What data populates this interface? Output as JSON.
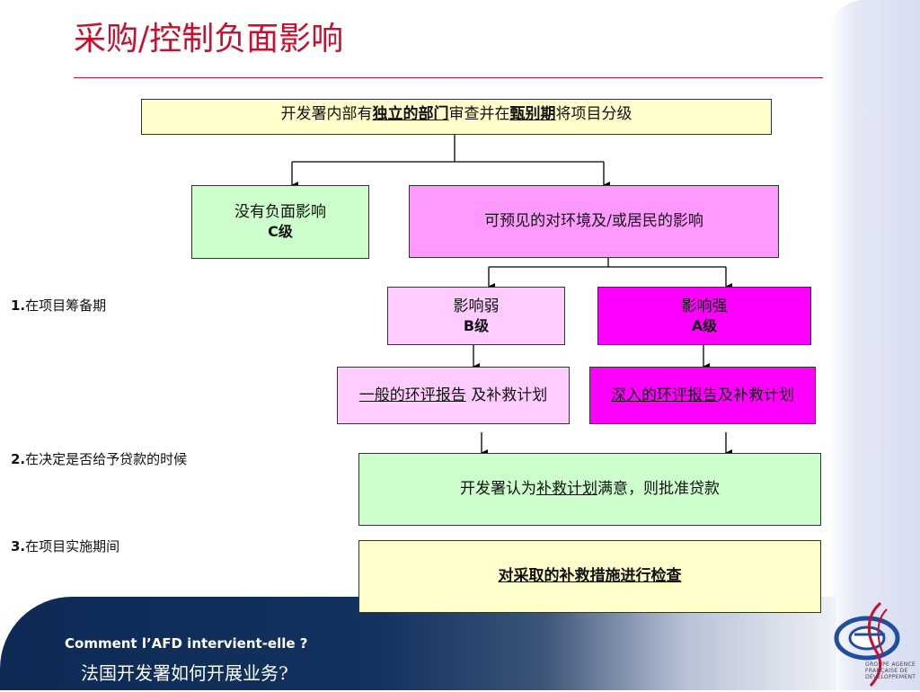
{
  "title": "采购/控制负面影响",
  "top_box": {
    "prefix": "开发署内部有",
    "link1": "独立的部门",
    "middle": "审查并在",
    "link2": "甄别期",
    "suffix": "将项目分级"
  },
  "no_impact": {
    "line1": "没有负面影响",
    "grade": "C级"
  },
  "impact": {
    "text": "可预见的对环境及/或居民的影响"
  },
  "weak": {
    "line1": "影响弱",
    "grade": "B级"
  },
  "strong": {
    "line1": "影响强",
    "grade": "A级"
  },
  "weak_report": {
    "link": "一般的环评报告",
    "rest": " 及补救计划"
  },
  "strong_report": {
    "link": "深入的环评报告",
    "rest": "及补救计划"
  },
  "approve": {
    "prefix": "开发署认为",
    "link": "补救计划",
    "suffix": "满意，则批准贷款"
  },
  "inspect": {
    "text": "对采取的补救措施进行检查"
  },
  "phases": [
    {
      "num": "1.",
      "text": "在项目筹备期"
    },
    {
      "num": "2.",
      "text": "在决定是否给予贷款的时候"
    },
    {
      "num": "3.",
      "text": "在项目实施期间"
    }
  ],
  "footer": {
    "french": "Comment l’AFD intervient-elle ?",
    "chinese": "法国开发署如何开展业务?"
  },
  "logo": {
    "text": "GROUPE AGENCE FRANÇAISE DE DÉVELOPPEMENT"
  },
  "colors": {
    "title": "#c8102e",
    "yellow": "#ffffcc",
    "green": "#ccffcc",
    "pink": "#ff99ff",
    "light_pink": "#ffccff",
    "magenta": "#ff00ff",
    "navy": "#0d2a55"
  }
}
